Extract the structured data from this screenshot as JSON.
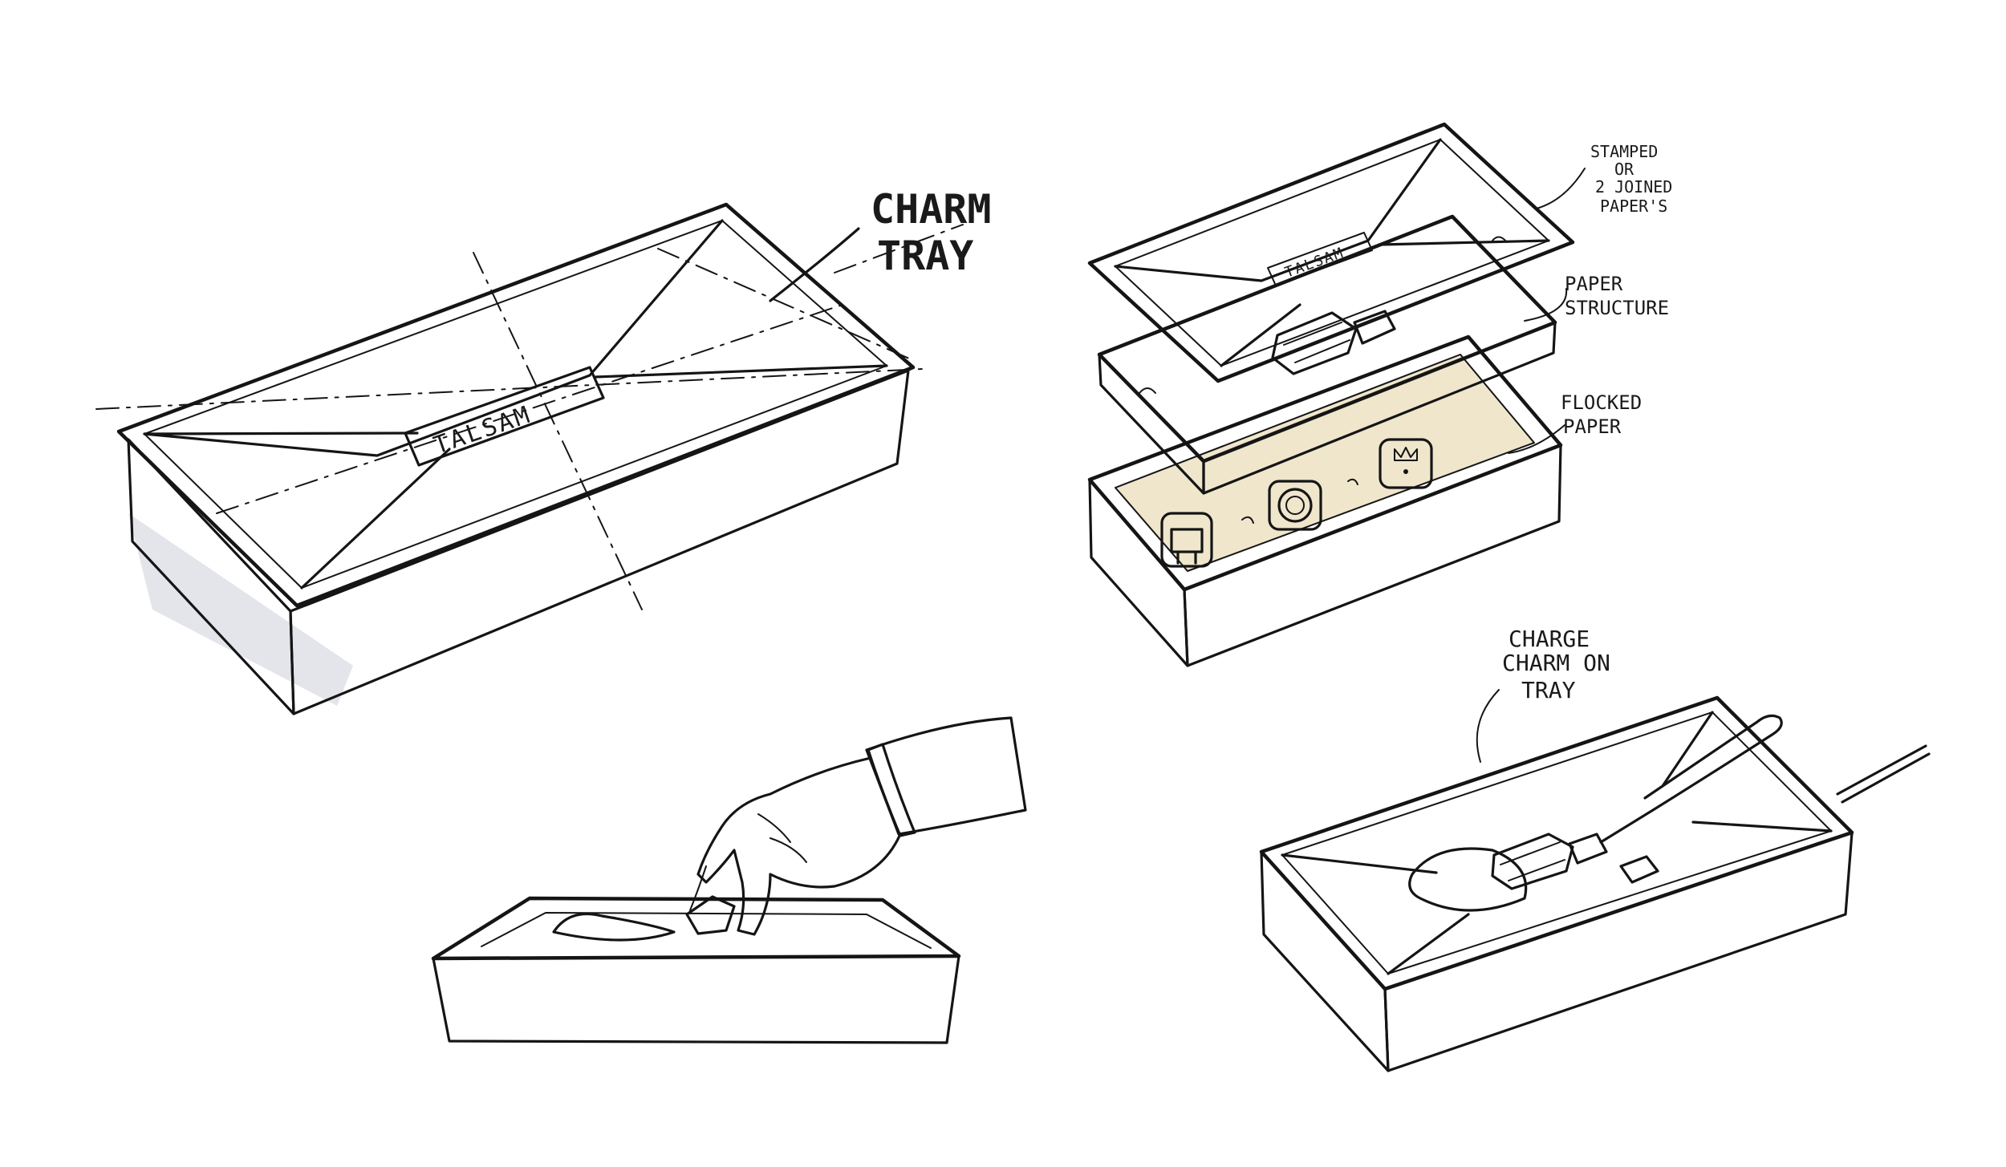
{
  "sketch": {
    "labels": {
      "charm_tray": [
        "CHARM",
        "TRAY"
      ],
      "stamped": [
        "STAMPED",
        "OR",
        "2 JOINED",
        "PAPER'S"
      ],
      "paper_structure": [
        "PAPER",
        "STRUCTURE"
      ],
      "flocked_paper": [
        "FLOCKED",
        "PAPER"
      ],
      "charge_tray": [
        "CHARGE",
        "CHARM ON",
        "TRAY"
      ]
    },
    "brand_big": "TALSAM",
    "brand_small": "TALSAM"
  },
  "colors": {
    "lid": "#d9cfcb",
    "lid_shade": "#b9aca8",
    "box_side": "#d9dbe2",
    "box_shade": "#b3b6c0",
    "paper": "#f3eedb",
    "flock": "#efe6cc",
    "charm": "#2fb59a",
    "ink": "#151515"
  }
}
